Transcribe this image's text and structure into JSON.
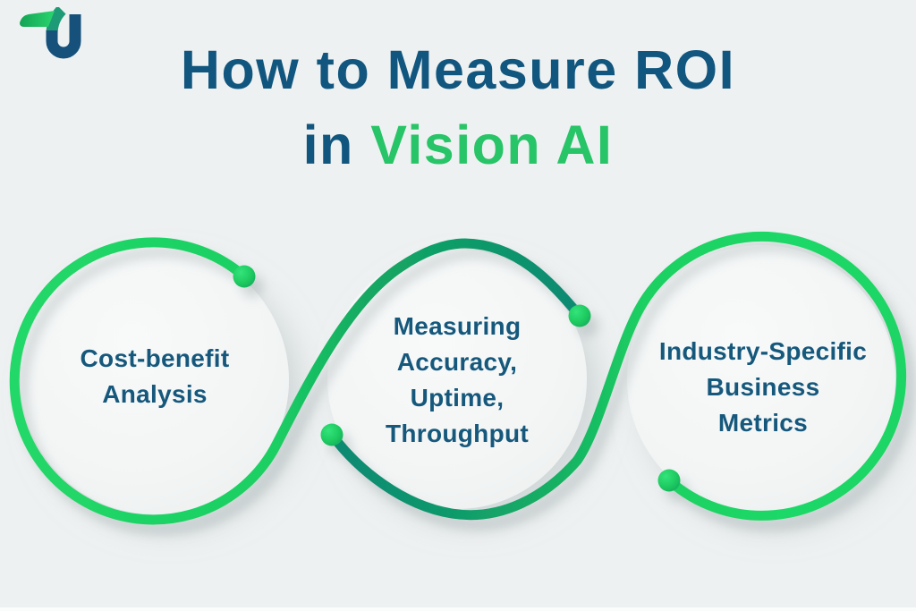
{
  "title": {
    "line1": "How to Measure ROI",
    "line2_prefix": "in ",
    "line2_highlight": "Vision AI"
  },
  "steps": [
    {
      "lines": [
        "Cost-benefit",
        "Analysis"
      ]
    },
    {
      "lines": [
        "Measuring",
        "Accuracy,",
        "Uptime,",
        "Throughput"
      ]
    },
    {
      "lines": [
        "Industry-Specific",
        "Business",
        "Metrics"
      ]
    }
  ],
  "colors": {
    "bg": "#eef1f1",
    "navy": "#11567e",
    "text_blue": "#16587c",
    "green": "#28c468",
    "line_green": "#1ed565",
    "line_teal": "#0c8973"
  }
}
